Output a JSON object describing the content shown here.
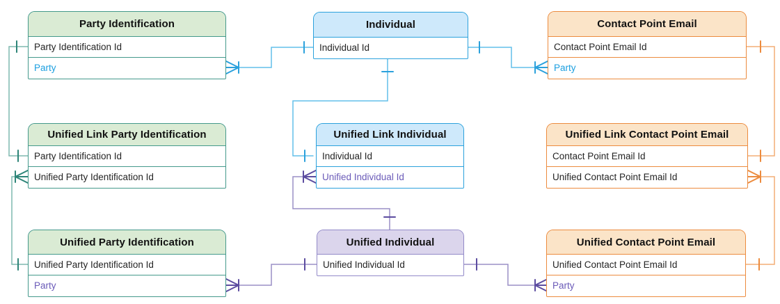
{
  "diagram": {
    "entities": {
      "party_identification": {
        "title": "Party Identification",
        "fields": [
          {
            "label": "Party Identification Id"
          },
          {
            "label": "Party"
          }
        ]
      },
      "individual": {
        "title": "Individual",
        "fields": [
          {
            "label": "Individual Id"
          }
        ]
      },
      "contact_point_email": {
        "title": "Contact Point Email",
        "fields": [
          {
            "label": "Contact Point Email Id"
          },
          {
            "label": "Party"
          }
        ]
      },
      "unified_link_party_identification": {
        "title": "Unified Link Party Identification",
        "fields": [
          {
            "label": "Party Identification Id"
          },
          {
            "label": "Unified Party Identification Id"
          }
        ]
      },
      "unified_link_individual": {
        "title": "Unified Link Individual",
        "fields": [
          {
            "label": "Individual Id"
          },
          {
            "label": "Unified Individual Id"
          }
        ]
      },
      "unified_link_contact_point_email": {
        "title": "Unified Link Contact Point Email",
        "fields": [
          {
            "label": "Contact Point Email Id"
          },
          {
            "label": "Unified Contact Point Email Id"
          }
        ]
      },
      "unified_party_identification": {
        "title": "Unified Party Identification",
        "fields": [
          {
            "label": "Unified Party Identification Id"
          },
          {
            "label": "Party"
          }
        ]
      },
      "unified_individual": {
        "title": "Unified Individual",
        "fields": [
          {
            "label": "Unified Individual Id"
          }
        ]
      },
      "unified_contact_point_email": {
        "title": "Unified Contact Point Email",
        "fields": [
          {
            "label": "Unified Contact Point Email Id"
          },
          {
            "label": "Party"
          }
        ]
      }
    },
    "relationships": [
      {
        "from": "party_identification.party_identification_id",
        "to": "unified_link_party_identification.party_identification_id",
        "cardinality": "one-to-one",
        "color": "teal"
      },
      {
        "from": "unified_link_party_identification.unified_party_identification_id",
        "to": "unified_party_identification.unified_party_identification_id",
        "cardinality": "many-to-one",
        "color": "teal"
      },
      {
        "from": "party_identification.party",
        "to": "individual.individual_id",
        "cardinality": "many-to-one",
        "color": "blue"
      },
      {
        "from": "individual.individual_id",
        "to": "unified_link_individual.individual_id",
        "cardinality": "one-to-one",
        "color": "blue"
      },
      {
        "from": "individual.individual_id",
        "to": "contact_point_email.party",
        "cardinality": "one-to-many",
        "color": "blue"
      },
      {
        "from": "contact_point_email.contact_point_email_id",
        "to": "unified_link_contact_point_email.contact_point_email_id",
        "cardinality": "one-to-one",
        "color": "orange"
      },
      {
        "from": "unified_link_contact_point_email.unified_contact_point_email_id",
        "to": "unified_contact_point_email.unified_contact_point_email_id",
        "cardinality": "many-to-one",
        "color": "orange"
      },
      {
        "from": "unified_link_individual.unified_individual_id",
        "to": "unified_individual.unified_individual_id",
        "cardinality": "many-to-one",
        "color": "purple"
      },
      {
        "from": "unified_party_identification.party",
        "to": "unified_individual.unified_individual_id",
        "cardinality": "many-to-one",
        "color": "purple"
      },
      {
        "from": "unified_individual.unified_individual_id",
        "to": "unified_contact_point_email.party",
        "cardinality": "one-to-many",
        "color": "purple"
      }
    ],
    "colors": {
      "teal_stroke": "#44998B",
      "teal_marker": "#2E8578",
      "teal_line": "#7FB9AF",
      "green_fill": "#DAEBD4",
      "blue_stroke": "#2BA1DC",
      "blue_line": "#62BFEA",
      "blue_fill": "#CEE9FB",
      "link_blue_text": "#1B9FE0",
      "orange_stroke": "#EC8B3E",
      "orange_line": "#F3AE77",
      "orange_fill": "#FBE4C8",
      "purple_marker": "#5C4CA0",
      "purple_line": "#9A8FC6",
      "purple_border": "#9289C8",
      "purple_fill": "#DBD5EC",
      "link_purple_text": "#6A5AB8"
    }
  }
}
